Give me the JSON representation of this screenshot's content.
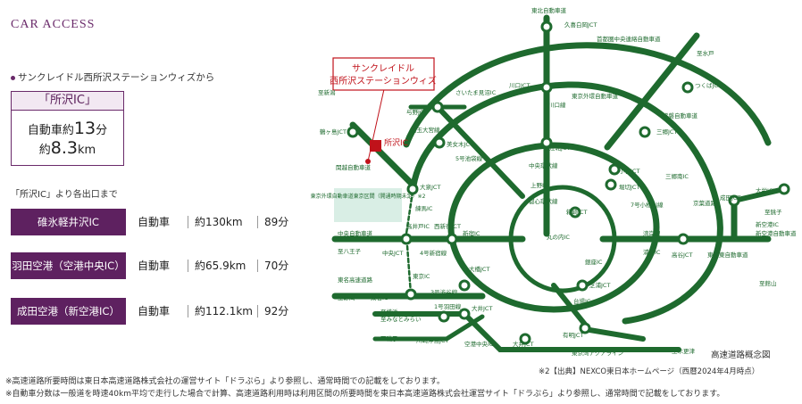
{
  "title": "CAR ACCESS",
  "origin_label": "サンクレイドル西所沢ステーションウィズから",
  "ic_box": {
    "header": "「所沢IC」",
    "line1_prefix": "自動車約",
    "line1_value": "13",
    "line1_suffix": "分",
    "line2_prefix": "約",
    "line2_value": "8.3",
    "line2_suffix": "km"
  },
  "routes_label": "「所沢IC」より各出口まで",
  "routes": [
    {
      "name": "碓氷軽井沢IC",
      "mode": "自動車",
      "distance": "約130km",
      "time": "89分"
    },
    {
      "name": "羽田空港（空港中央IC）",
      "mode": "自動車",
      "distance": "約65.9km",
      "time": "70分"
    },
    {
      "name": "成田空港（新空港IC）",
      "mode": "自動車",
      "distance": "約112.1km",
      "time": "92分"
    }
  ],
  "map": {
    "property_label_line1": "サンクレイドル",
    "property_label_line2": "西所沢ステーションウィズ",
    "tokorozawa_ic": "所沢IC",
    "outer_ring_note": "東京外環自動車道東京区間（開通時期未定）※2",
    "labels": {
      "kuki": "久喜白岡JCT",
      "tohoku": "東北自動車道",
      "kenodo": "首都圏中央連絡自動車道",
      "tsukuba": "つくばJCT",
      "joban1": "常磐自動車道",
      "misato": "三郷JCT",
      "misatominami": "三郷南IC",
      "kawaguchi": "川口JCT",
      "kawaguchisen": "川口線",
      "gaikan": "東京外環自動車道",
      "saitamami": "さいたま見沼IC",
      "yono": "与野JCT",
      "saitamaomiya": "埼玉大宮線",
      "bijogi": "美女木JCT",
      "gogo": "5号池袋線",
      "tsurugashima": "鶴ヶ島JCT",
      "kanetsu": "関越自動車道",
      "oizumi": "大泉JCT",
      "nerima": "練馬IC",
      "kohoku": "江北JCT",
      "chuokanjo": "中央環状線",
      "kosuge": "小菅JCT",
      "horikiri": "堀切JCT",
      "ueno": "上野IC",
      "toshinkanjo": "都心環状線",
      "hakozaki": "箱崎JCT",
      "shichigo": "7号小松川線",
      "keiyo": "京葉道路",
      "takaya": "高谷JCT",
      "higashikanto": "東関東自動車道",
      "naritajct": "成田JCT",
      "oei": "大栄JCT",
      "shinkuko": "新空港IC",
      "shinkukodo": "新空港自動車道",
      "marunouchi": "丸の内IC",
      "wangan": "湾岸線",
      "urayasu": "浦安IC",
      "ginza": "銀座IC",
      "shibaura": "芝浦JCT",
      "daiba": "台場IC",
      "ariake": "有明JCT",
      "takaido": "高井戸IC",
      "nishishinjuku": "西新宿JCT",
      "shinjuku": "新宿IC",
      "yongo": "4号新宿線",
      "chuodo": "中央自動車道",
      "hachioji": "至八王子",
      "chuojct": "中央JCT",
      "tomei": "東名高速道路",
      "tomeiic": "東名IC",
      "tokyoic": "東京IC",
      "sango": "3号渋谷線",
      "ohashi": "大橋JCT",
      "shizuoka": "至静岡",
      "minatomirai": "至みなとみらい",
      "ichigo": "1号羽田線",
      "oi": "大井JCT",
      "yokohama": "至横浜",
      "isogo": "至磯子",
      "kawasaki": "川崎浮島JCT",
      "kukochuo": "空港中央IC",
      "oiminami": "大井JCT",
      "aqua": "東京湾アクアライン",
      "kisarazu": "至木更津",
      "choshi": "至銚子",
      "tateyama": "至館山",
      "niigata": "至新潟",
      "mito": "至水戸",
      "aomori": "東北自動車道",
      "map_caption": "高速道路概念図"
    }
  },
  "source_note": "※2【出典】NEXCO東日本ホームページ（西暦2024年4月時点）",
  "footnote1": "※高速道路所要時間は東日本高速道路株式会社の運営サイト「ドラぷら」より参照し、通常時間での記載をしております。",
  "footnote2": "※自動車分数は一般道を時速40km平均で走行した場合で計算、高速道路利用時は利用区間の所要時間を東日本高速道路株式会社運営サイト「ドラぷら」より参照し、通常時間で記載をしております。",
  "colors": {
    "accent": "#5e2160",
    "road": "#1e6a2e",
    "property": "#c0121a"
  }
}
